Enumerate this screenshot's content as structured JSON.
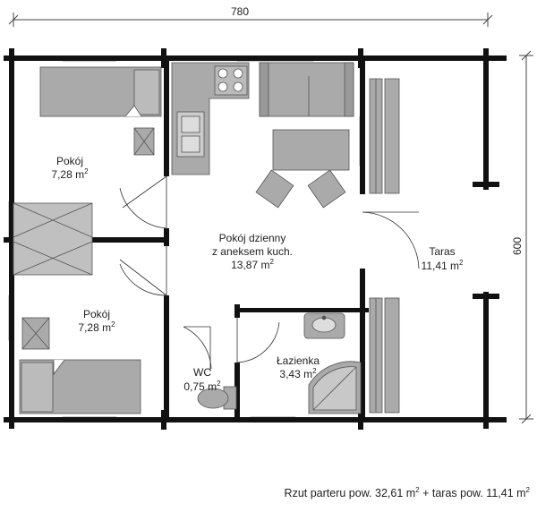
{
  "dimensions": {
    "width_label": "780",
    "height_label": "600"
  },
  "rooms": {
    "pokoj_top": {
      "name": "Pokój",
      "area": "7,28 m",
      "unit_exp": "2"
    },
    "pokoj_bottom": {
      "name": "Pokój",
      "area": "7,28 m",
      "unit_exp": "2"
    },
    "living": {
      "line1": "Pokój dzienny",
      "line2": "z aneksem kuch.",
      "area": "13,87 m",
      "unit_exp": "2"
    },
    "taras": {
      "name": "Taras",
      "area": "11,41 m",
      "unit_exp": "2"
    },
    "lazienka": {
      "name": "Łazienka",
      "area": "3,43 m",
      "unit_exp": "2"
    },
    "wc": {
      "name": "WC",
      "area": "0,75 m",
      "unit_exp": "2"
    }
  },
  "caption": {
    "part1": "Rzut parteru pow. 32,61 m",
    "exp1": "2",
    "part2": " + taras pow. 11,41 m",
    "exp2": "2"
  },
  "colors": {
    "wall": "#111111",
    "furniture": "#aaaaaa",
    "furniture_stroke": "#555555",
    "window": "#dddddd"
  }
}
